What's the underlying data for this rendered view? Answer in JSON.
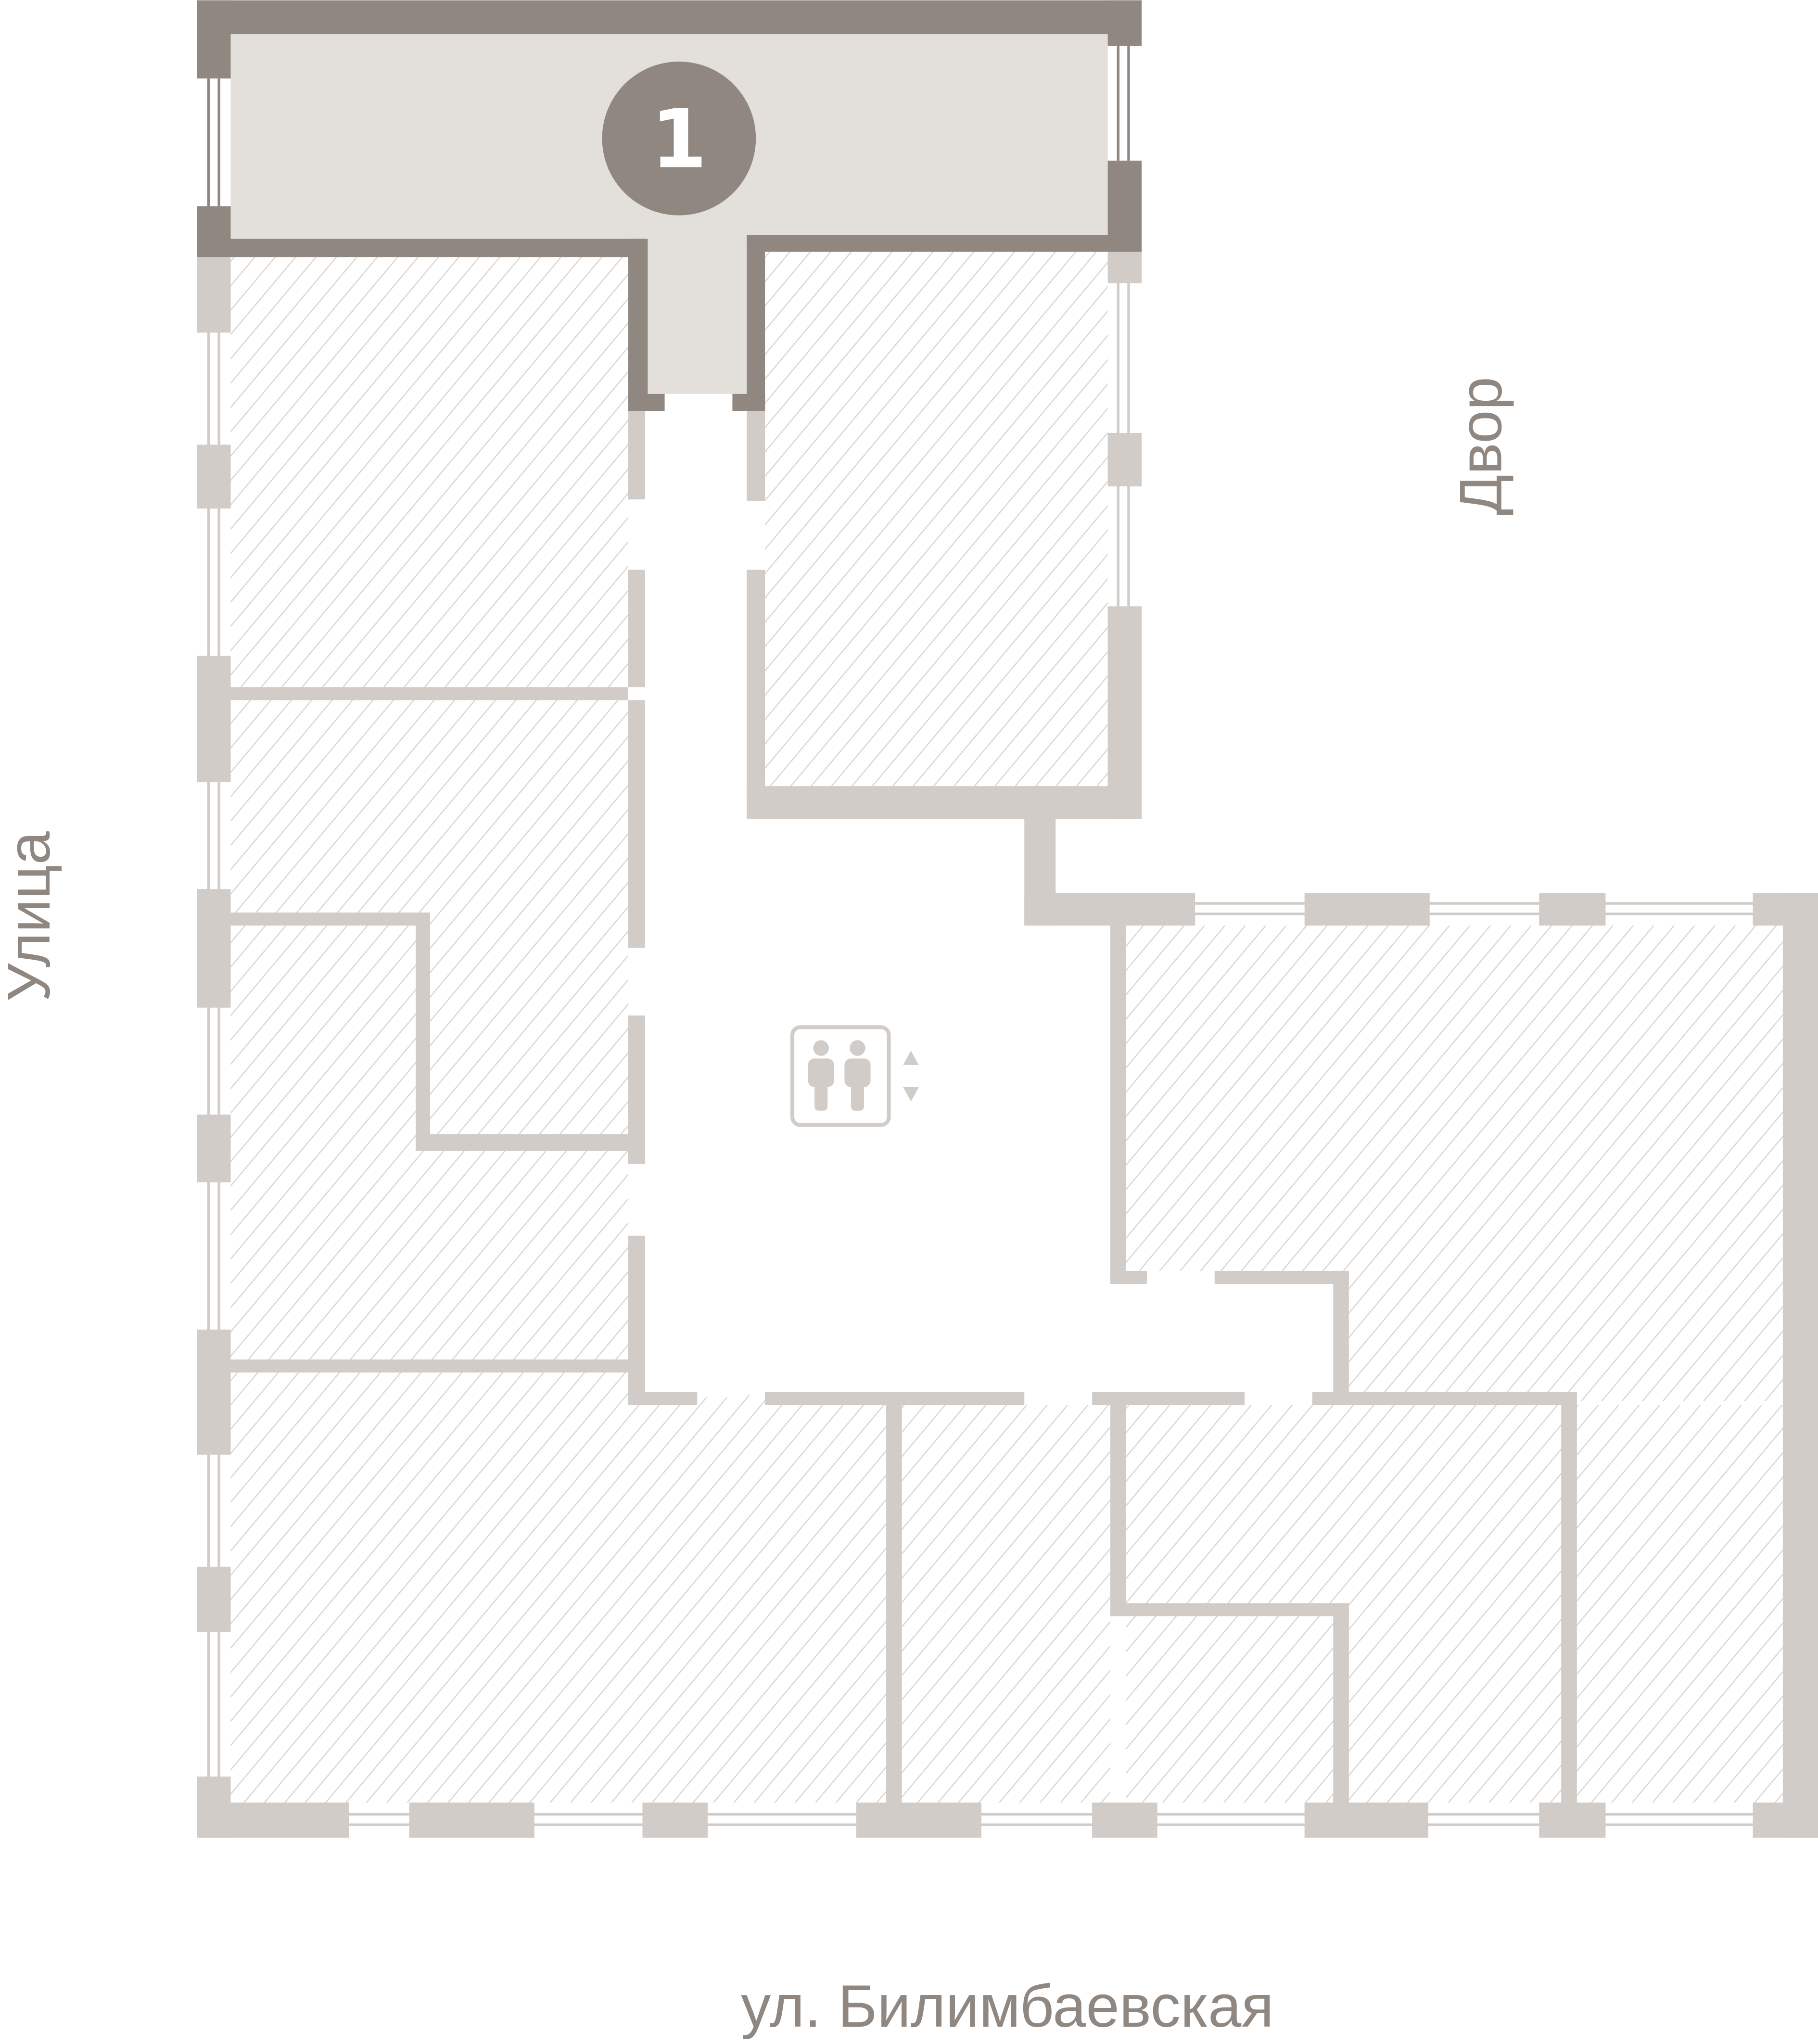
{
  "unit": {
    "number": "1"
  },
  "labels": {
    "yard": "Двор",
    "street": "Улица",
    "street_name": "ул. Билимбаевская"
  },
  "icons": {
    "elevator": "elevator-icon",
    "up": "arrow-up-icon",
    "down": "arrow-down-icon"
  },
  "colors": {
    "wall_dark": "#8f8780",
    "wall_light": "#d1ccc7",
    "unit_fill": "#e3e0dc",
    "hatch": "#d6d1cc"
  }
}
